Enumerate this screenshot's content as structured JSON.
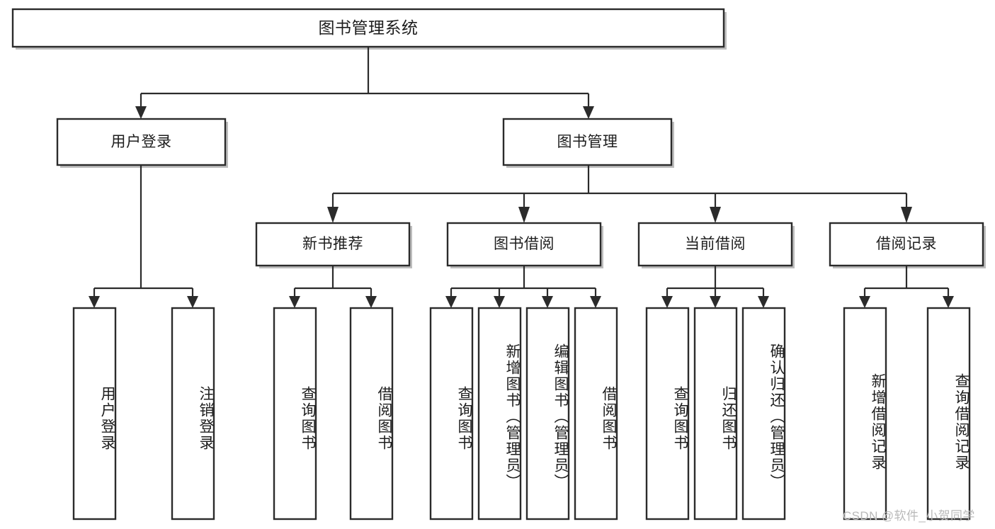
{
  "diagram": {
    "type": "tree",
    "title": "图书管理系统",
    "orientation": "top-down",
    "colors": {
      "box_fill": "#ffffff",
      "box_stroke": "#2b2b2b",
      "connector": "#2b2b2b",
      "shadow": "#bdbdbd",
      "text": "#1d1d1d",
      "watermark": "#b9b9b9"
    },
    "root": {
      "label": "图书管理系统"
    },
    "level2": [
      {
        "label": "用户登录"
      },
      {
        "label": "图书管理"
      }
    ],
    "level3": [
      {
        "label": "新书推荐"
      },
      {
        "label": "图书借阅"
      },
      {
        "label": "当前借阅"
      },
      {
        "label": "借阅记录"
      }
    ],
    "leaves": {
      "user_login": [
        {
          "label": "用户登录"
        },
        {
          "label": "注销登录"
        }
      ],
      "new_book": [
        {
          "label": "查询图书"
        },
        {
          "label": "借阅图书"
        }
      ],
      "book_borrow": [
        {
          "label": "查询图书"
        },
        {
          "label": "新增图书（管理员）"
        },
        {
          "label": "编辑图书（管理员）"
        },
        {
          "label": "借阅图书"
        }
      ],
      "current_borrow": [
        {
          "label": "查询图书"
        },
        {
          "label": "归还图书"
        },
        {
          "label": "确认归还（管理员）"
        }
      ],
      "borrow_record": [
        {
          "label": "新增借阅记录"
        },
        {
          "label": "查询借阅记录"
        }
      ]
    }
  },
  "watermark": {
    "text": "CSDN @软件_小贺同学"
  }
}
